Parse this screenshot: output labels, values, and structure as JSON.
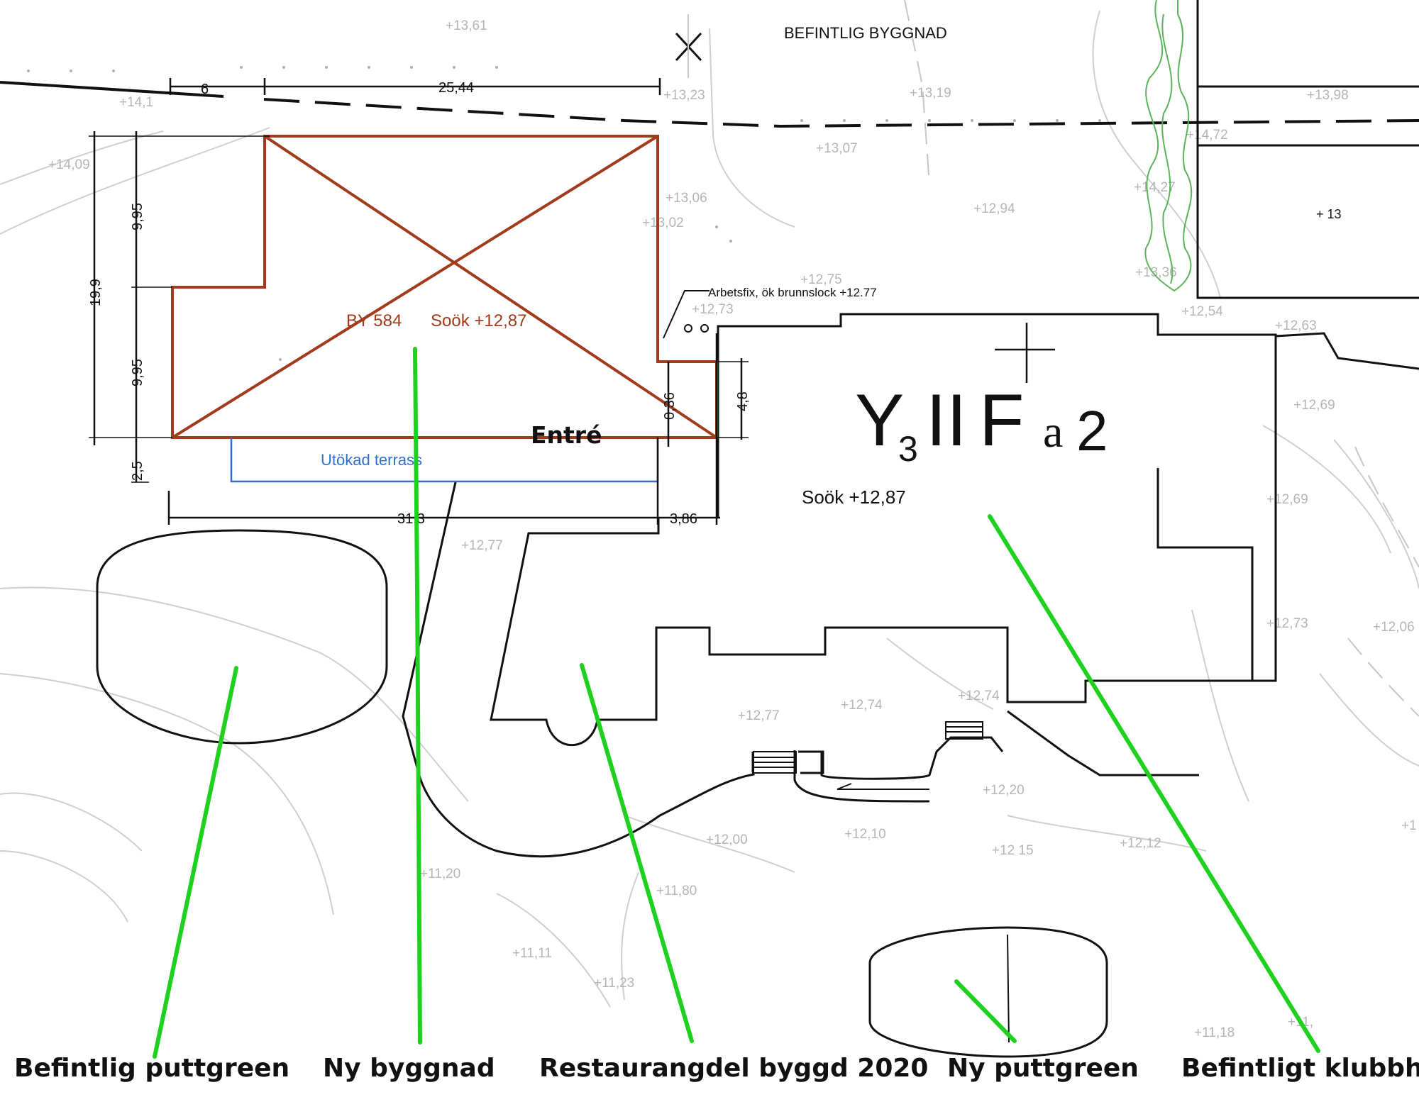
{
  "plan_labels": {
    "existing_building_top": "BEFINTLIG BYGGNAD",
    "new_building_area": "BY 584",
    "new_building_level": "Soök +12,87",
    "entrance": "Entré",
    "extended_terrace": "Utökad terrass",
    "work_fix": "Arbetsfix, ök brunnslock +12.77",
    "zoning_code": {
      "y": "Y",
      "y_sub": "3",
      "ii": "II",
      "f": "F",
      "a": "a",
      "a_num": "2"
    },
    "clubhouse_level": "Soök +12,87",
    "box_point": "+ 13"
  },
  "dimensions": {
    "top_a": "6",
    "top_b": "25,44",
    "left_total": "19,9",
    "left_upper": "9,95",
    "left_lower": "9,95",
    "left_small": "2,5",
    "right_small": "0,36",
    "right_height": "4,8",
    "bottom_width": "31,3",
    "bottom_right": "3,86"
  },
  "elevations": [
    "+13,61",
    "+14,1",
    "+13,23",
    "+13,19",
    "+13,98",
    "+14,72",
    "+14,09",
    "+13,07",
    "+13,06",
    "+13,02",
    "+12,94",
    "+14,27",
    "+13,36",
    "+12,75",
    "+12,73",
    "+12,54",
    "+12,63",
    "+12,69",
    "+12,69",
    "+12,77",
    "+12,73",
    "+12,06",
    "+12,77",
    "+12,74",
    "+12,74",
    "+12,20",
    "+12,00",
    "+12,10",
    "+12 15",
    "+12,12",
    "+11,20",
    "+11,80",
    "+11,11",
    "+11,23",
    "+11,18",
    "+11,",
    "+1"
  ],
  "captions": {
    "existing_putting_green": "Befintlig puttgreen",
    "new_building": "Ny byggnad",
    "restaurant": "Restaurangdel byggd 2020",
    "new_putting_green": "Ny puttgreen",
    "existing_clubhouse": "Befintligt klubbhus"
  },
  "colors": {
    "proposed_building": "#a23a1c",
    "terrace": "#2f6fce",
    "leader_lines": "#1fd11f",
    "hedge": "#5bb35b",
    "terrain": "#c8c8c8",
    "ink": "#111111"
  }
}
